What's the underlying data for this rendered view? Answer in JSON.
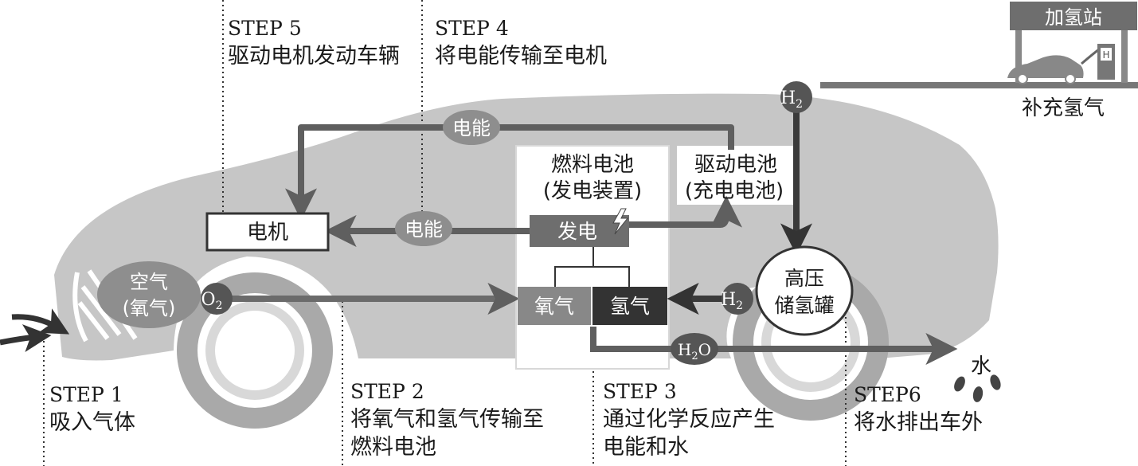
{
  "colors": {
    "car_body": "#c6c6c6",
    "dark_pipe": "#5f5f5f",
    "oval_gray": "#8e8e8e",
    "box_dark": "#333333",
    "box_mid": "#777777",
    "text": "#1a1a1a"
  },
  "station": {
    "label": "加氢站",
    "caption": "补充氢气"
  },
  "steps": [
    {
      "id": "step5",
      "num": "STEP 5",
      "desc": [
        "驱动电机发动车辆"
      ]
    },
    {
      "id": "step4",
      "num": "STEP 4",
      "desc": [
        "将电能传输至电机"
      ]
    },
    {
      "id": "step1",
      "num": "STEP 1",
      "desc": [
        "吸入气体"
      ]
    },
    {
      "id": "step2",
      "num": "STEP 2",
      "desc": [
        "将氧气和氢气传输至",
        "燃料电池"
      ]
    },
    {
      "id": "step3",
      "num": "STEP 3",
      "desc": [
        "通过化学反应产生",
        "电能和水"
      ]
    },
    {
      "id": "step6",
      "num": "STEP6",
      "desc": [
        "将水排出车外"
      ]
    }
  ],
  "nodes": {
    "motor": "电机",
    "energy_top": "电能",
    "energy_mid": "电能",
    "fuel_cell_title": "燃料电池",
    "fuel_cell_subtitle": "(发电装置)",
    "generate": "发电",
    "oxygen": "氧气",
    "hydrogen": "氢气",
    "battery_title": "驱动电池",
    "battery_subtitle": "(充电电池)",
    "tank_line1": "高压",
    "tank_line2": "储氢罐",
    "air_line1": "空气",
    "air_line2": "(氧气)",
    "h2_main": "H",
    "h2_sub": "2",
    "o2_main": "O",
    "o2_sub": "2",
    "h2o_main": "H",
    "h2o_sub": "2",
    "h2o_tail": "O",
    "water": "水"
  }
}
